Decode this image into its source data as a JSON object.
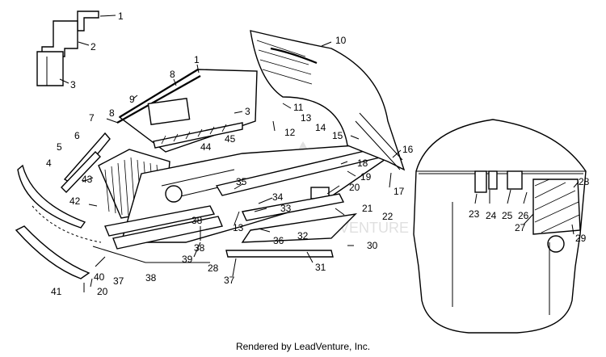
{
  "footer": "Rendered by LeadVenture, Inc.",
  "watermark": "VENTURE",
  "callouts": [
    "1",
    "2",
    "3",
    "10",
    "1",
    "8",
    "9",
    "3",
    "7",
    "8",
    "11",
    "13",
    "14",
    "12",
    "6",
    "44",
    "45",
    "15",
    "16",
    "5",
    "18",
    "17",
    "4",
    "43",
    "19",
    "35",
    "20",
    "42",
    "34",
    "33",
    "21",
    "22",
    "32",
    "36",
    "30",
    "38",
    "39",
    "38",
    "13",
    "28",
    "37",
    "31",
    "40",
    "37",
    "38",
    "41",
    "20",
    "23",
    "24",
    "25",
    "26",
    "27",
    "28",
    "29"
  ]
}
